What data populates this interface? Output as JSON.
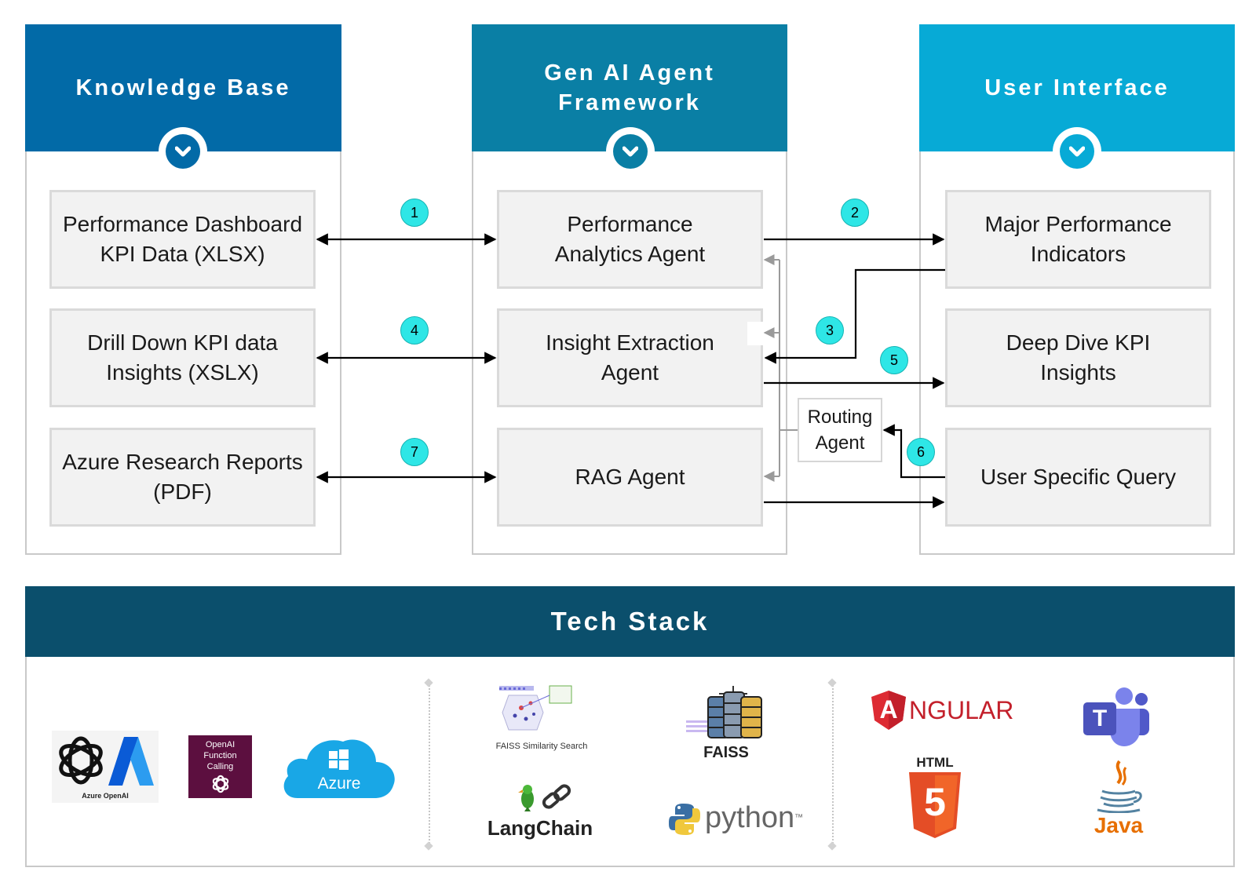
{
  "columns": {
    "knowledge_base": {
      "title": "Knowledge Base",
      "color": "#026aa7"
    },
    "agent_framework": {
      "title": "Gen AI Agent Framework",
      "color": "#0a7fa5"
    },
    "user_interface": {
      "title": "User Interface",
      "color": "#07aad6"
    }
  },
  "knowledge_base": {
    "items": [
      "Performance Dashboard KPI Data (XLSX)",
      "Drill Down KPI data Insights (XSLX)",
      "Azure Research Reports (PDF)"
    ]
  },
  "agents": {
    "items": [
      "Performance Analytics Agent",
      "Insight Extraction Agent",
      "RAG Agent"
    ],
    "routing_agent": "Routing Agent"
  },
  "user_interface": {
    "items": [
      "Major Performance Indicators",
      "Deep Dive KPI Insights",
      "User Specific Query"
    ]
  },
  "steps": [
    "1",
    "2",
    "3",
    "4",
    "5",
    "6",
    "7"
  ],
  "tech_stack": {
    "title": "Tech Stack",
    "banner_color": "#0b4f6c",
    "logos": {
      "azure_openai": "Azure OpenAI",
      "openai_function_calling": "OpenAI Function Calling",
      "azure": "Azure",
      "faiss_similarity": "FAISS Similarity Search",
      "faiss": "FAISS",
      "langchain": "LangChain",
      "python": "python",
      "python_tm": "™",
      "angular": "NGULAR",
      "angular_a": "A",
      "html": "HTML",
      "html_5": "5",
      "teams": "T",
      "java": "Java"
    }
  }
}
